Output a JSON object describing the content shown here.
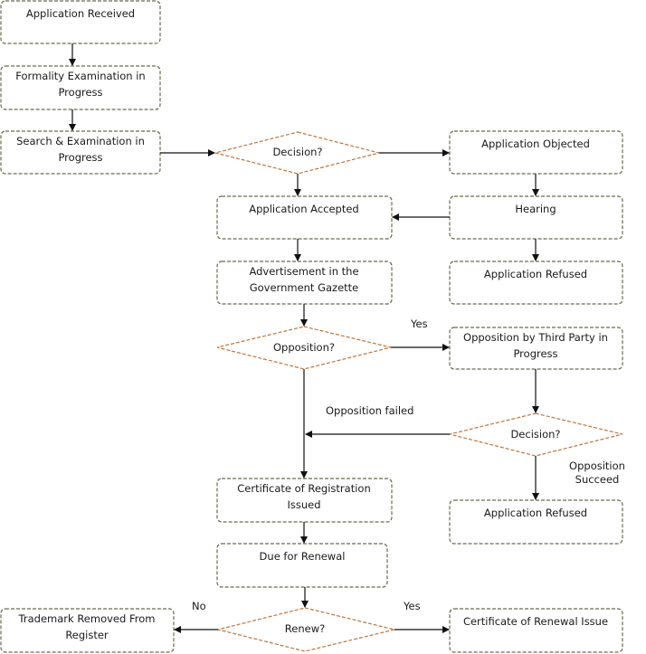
{
  "colors": {
    "box_border": "#6b6b4e",
    "diamond_border": "#c0743a",
    "arrow": "#111111",
    "text": "#1a1a1a"
  },
  "nodes": {
    "app_received": [
      "Application Received"
    ],
    "formality": [
      "Formality Examination in",
      "Progress"
    ],
    "search": [
      "Search & Examination in",
      "Progress"
    ],
    "decision1": [
      "Decision?"
    ],
    "app_objected": [
      "Application Objected"
    ],
    "app_accepted": [
      "Application Accepted"
    ],
    "hearing": [
      "Hearing"
    ],
    "advertisement": [
      "Advertisement in the",
      "Government Gazette"
    ],
    "app_refused1": [
      "Application Refused"
    ],
    "opposition": [
      "Opposition?"
    ],
    "third_party": [
      "Opposition by Third Party in",
      "Progress"
    ],
    "decision2": [
      "Decision?"
    ],
    "certificate_reg": [
      "Certificate of Registration",
      "Issued"
    ],
    "app_refused2": [
      "Application Refused"
    ],
    "due_renewal": [
      "Due for Renewal"
    ],
    "removed": [
      "Trademark Removed From",
      "Register"
    ],
    "renew": [
      "Renew?"
    ],
    "cert_renewal": [
      "Certificate of Renewal Issue"
    ]
  },
  "labels": {
    "yes1": "Yes",
    "opposition_failed": "Opposition failed",
    "opposition_succeed_1": "Opposition",
    "opposition_succeed_2": "Succeed",
    "no": "No",
    "yes2": "Yes"
  }
}
